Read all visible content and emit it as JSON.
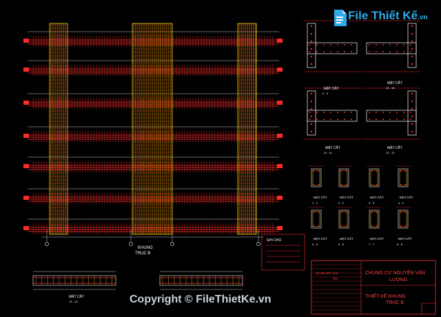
{
  "watermark": {
    "brand": "File Thiết Kế",
    "brand_suffix": ".vn",
    "copyright": "Copyright © FileThietKe.vn"
  },
  "elevation": {
    "caption_1": "KHUNG",
    "caption_2": "TRỤC B"
  },
  "sections": [
    {
      "title": "MẶT CẮT",
      "sub": "9 - 9"
    },
    {
      "title": "MẶT CẮT",
      "sub": "10 - 10"
    },
    {
      "title": "MẶT CẮT",
      "sub": "11 - 11"
    },
    {
      "title": "MẶT CẮT",
      "sub": "12 - 12"
    }
  ],
  "small_sections": [
    {
      "title": "MẶT CẮT",
      "sub": "1 - 1"
    },
    {
      "title": "MẶT CẮT",
      "sub": "2 - 2"
    },
    {
      "title": "MẶT CẮT",
      "sub": "3 - 3"
    },
    {
      "title": "MẶT CẮT",
      "sub": "4 - 4"
    },
    {
      "title": "MẶT CẮT",
      "sub": "5 - 5"
    },
    {
      "title": "MẶT CẮT",
      "sub": "6 - 6"
    },
    {
      "title": "MẶT CẮT",
      "sub": "7 - 7"
    },
    {
      "title": "MẶT CẮT",
      "sub": "8 - 8"
    }
  ],
  "beam_sections": [
    {
      "title": "MẶT CẮT",
      "sub": "13 - 13"
    }
  ],
  "note": {
    "title": "GHI CHÚ"
  },
  "title_block": {
    "project_1": "CHUNG CƯ NGUYỄN VĂN",
    "project_2": "LƯỢNG",
    "sheet_1": "THIẾT KẾ KHUNG",
    "sheet_2": "TRỤC B",
    "designer": "GVHD: ĐỖ VĂN",
    "designer_2": "QN"
  },
  "colors": {
    "background": "#000000",
    "rebar": "#ff2a2a",
    "column": "#ffd200",
    "dimension": "#ffffff",
    "frame": "#ff3333",
    "text": "#ffffff"
  }
}
